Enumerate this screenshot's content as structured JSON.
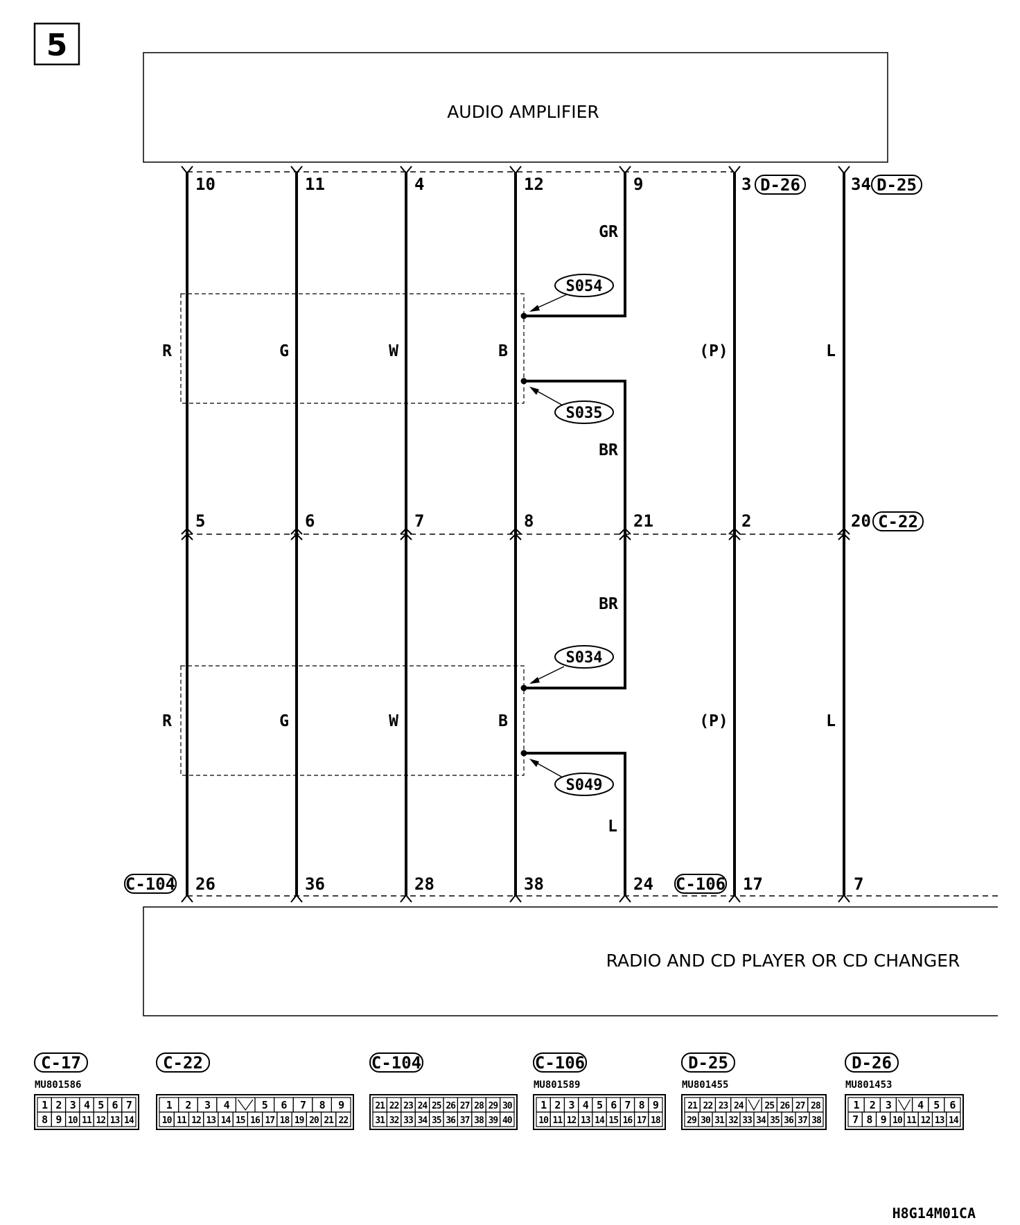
{
  "page_number": "5",
  "figure_id": "H8G14M01CA",
  "components": {
    "top": "AUDIO AMPLIFIER",
    "bottom": "RADIO AND CD PLAYER OR CD CHANGER"
  },
  "connectors": {
    "d26": "D-26",
    "d25": "D-25",
    "c22": "C-22",
    "c104": "C-104",
    "c106": "C-106",
    "c17": "C-17"
  },
  "top_pins": [
    "10",
    "11",
    "4",
    "12",
    "9",
    "3",
    "34"
  ],
  "mid_pins": [
    "5",
    "6",
    "7",
    "8",
    "21",
    "2",
    "20"
  ],
  "bottom_pins": [
    "26",
    "36",
    "28",
    "38",
    "24",
    "17",
    "7"
  ],
  "wire_colors": {
    "upper": [
      "R",
      "G",
      "W",
      "B",
      "(P)",
      "L"
    ],
    "lower": [
      "R",
      "G",
      "W",
      "B",
      "(P)",
      "L"
    ],
    "gr": "GR",
    "br_upper": "BR",
    "br_lower": "BR",
    "l_s049": "L"
  },
  "splices": [
    "S054",
    "S035",
    "S034",
    "S049"
  ],
  "connector_views": [
    {
      "label": "C-17",
      "part": "MU801586",
      "rows": [
        [
          "1",
          "2",
          "3",
          "4",
          "5",
          "6",
          "7"
        ],
        [
          "8",
          "9",
          "10",
          "11",
          "12",
          "13",
          "14"
        ]
      ]
    },
    {
      "label": "C-22",
      "part": "",
      "rows": [
        [
          "1",
          "2",
          "3",
          "4",
          "",
          "5",
          "6",
          "7",
          "8",
          "9"
        ],
        [
          "10",
          "11",
          "12",
          "13",
          "14",
          "15",
          "16",
          "17",
          "18",
          "19",
          "20",
          "21",
          "22"
        ]
      ]
    },
    {
      "label": "C-104",
      "part": "",
      "rows": [
        [
          "21",
          "22",
          "23",
          "24",
          "25",
          "26",
          "27",
          "28",
          "29",
          "30"
        ],
        [
          "31",
          "32",
          "33",
          "34",
          "35",
          "36",
          "37",
          "38",
          "39",
          "40"
        ]
      ]
    },
    {
      "label": "C-106",
      "part": "MU801589",
      "rows": [
        [
          "1",
          "2",
          "3",
          "4",
          "5",
          "6",
          "7",
          "8",
          "9"
        ],
        [
          "10",
          "11",
          "12",
          "13",
          "14",
          "15",
          "16",
          "17",
          "18"
        ]
      ]
    },
    {
      "label": "D-25",
      "part": "MU801455",
      "rows": [
        [
          "21",
          "22",
          "23",
          "24",
          "",
          "25",
          "26",
          "27",
          "28"
        ],
        [
          "29",
          "30",
          "31",
          "32",
          "33",
          "34",
          "35",
          "36",
          "37",
          "38"
        ]
      ]
    },
    {
      "label": "D-26",
      "part": "MU801453",
      "rows": [
        [
          "1",
          "2",
          "3",
          "",
          "4",
          "5",
          "6"
        ],
        [
          "7",
          "8",
          "9",
          "10",
          "11",
          "12",
          "13",
          "14"
        ]
      ]
    }
  ]
}
